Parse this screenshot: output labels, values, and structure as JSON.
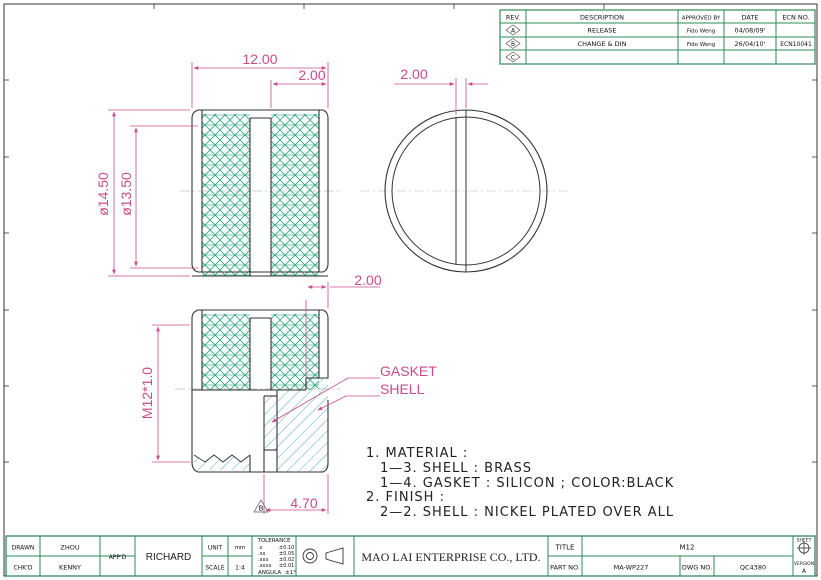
{
  "revision_table": {
    "headers": [
      "REV.",
      "DESCRIPTION",
      "APPROVED BY",
      "DATE",
      "ECN NO."
    ],
    "rows": [
      {
        "rev": "A",
        "description": "RELEASE",
        "approved_by": "Fido Weng",
        "date": "04/08/09'",
        "ecn": ""
      },
      {
        "rev": "B",
        "description": "CHANGE & DIN",
        "approved_by": "Fido Weng",
        "date": "26/04/10'",
        "ecn": "ECN10041"
      },
      {
        "rev": "C",
        "description": "",
        "approved_by": "",
        "date": "",
        "ecn": ""
      }
    ]
  },
  "dimensions": {
    "overall_length": "12.00",
    "groove_width": "2.00",
    "end_view_slot": "2.00",
    "outer_diameter": "ø14.50",
    "inner_diameter": "ø13.50",
    "section_step": "2.00",
    "thread": "M12*1.0",
    "thread_length": "4.70",
    "section_rev_mark": "B"
  },
  "callouts": {
    "gasket": "GASKET",
    "shell": "SHELL"
  },
  "notes": [
    "1. MATERIAL :",
    "1—3. SHELL : BRASS",
    "1—4. GASKET : SILICON ; COLOR:BLACK",
    "2. FINISH :",
    "2—2. SHELL : NICKEL PLATED OVER ALL"
  ],
  "title_block": {
    "drawn_label": "DRAWN",
    "drawn_by": "ZHOU",
    "checked_label": "CHK'D",
    "checked_by": "KENNY",
    "approved_label": "APP'D",
    "approved_by": "RICHARD",
    "unit_label": "UNIT",
    "unit_value": "mm",
    "scale_label": "SCALE",
    "scale_value": "1:4",
    "tolerance_label": "TOLERANCE",
    "tolerances": [
      {
        "precision": ".x",
        "value": "±0.10"
      },
      {
        "precision": ".xx",
        "value": "±0.05"
      },
      {
        "precision": ".xxx",
        "value": "±0.02"
      },
      {
        "precision": ".xxxx",
        "value": "±0.01"
      }
    ],
    "angle_label": "ANGULA",
    "angle_value": "±1°",
    "company": "MAO LAI ENTERPRISE CO., LTD.",
    "title_label": "TITLE",
    "title_value": "M12",
    "part_label": "PART NO.",
    "part_value": "MA-WP227",
    "dwg_label": "DWG NO.",
    "dwg_value": "QC4380",
    "sheet_label": "SHEET",
    "version_label": "VERSION",
    "version_value": "A"
  }
}
